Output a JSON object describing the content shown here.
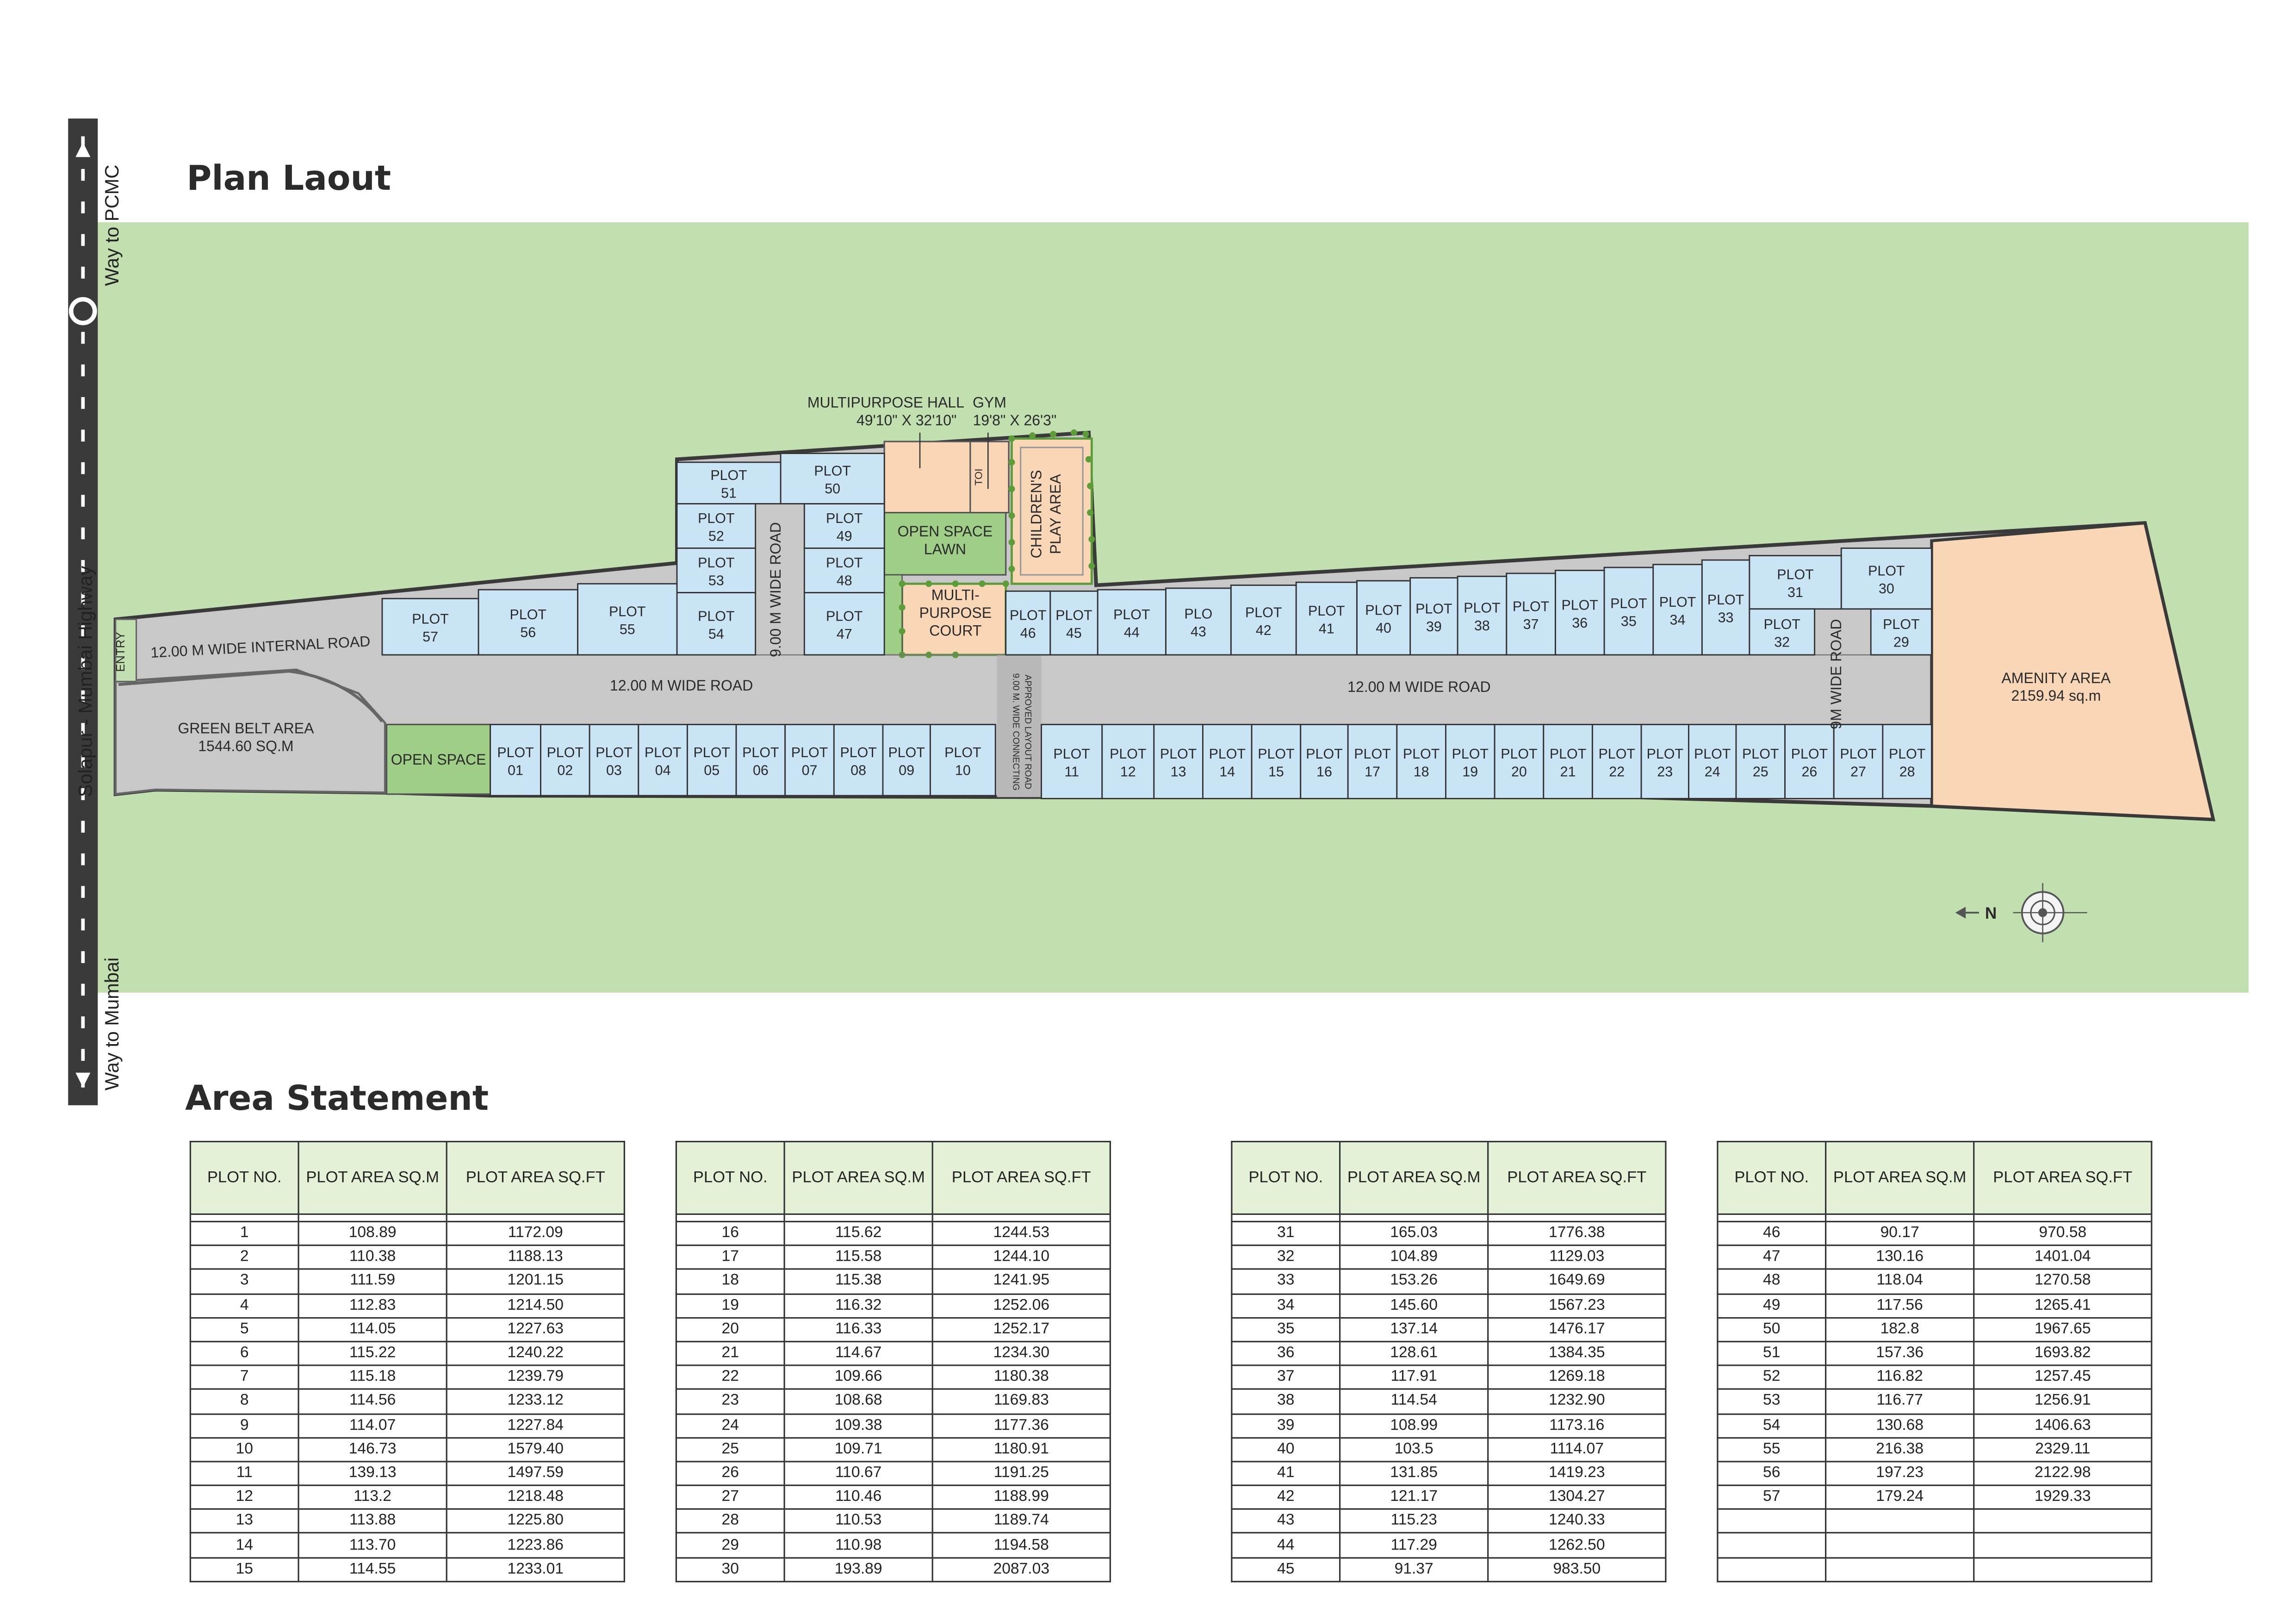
{
  "titles": {
    "plan": "Plan Laout",
    "area": "Area Statement"
  },
  "highway": {
    "name": "Solapur - Mumbai Highway",
    "way_top": "Way to PCMC",
    "way_bottom": "Way to Mumbai"
  },
  "map_labels": {
    "internal_road": "12.00 M WIDE INTERNAL ROAD",
    "entry": "ENTRY",
    "green_belt": "GREEN BELT AREA",
    "green_belt_area": "1544.60 SQ.M",
    "open_space": "OPEN SPACE",
    "road_12_left": "12.00 M WIDE ROAD",
    "road_12_right": "12.00 M WIDE ROAD",
    "road_9": "9.00 M WIDE ROAD",
    "road_9m": "9M WIDE ROAD",
    "connecting_road_1": "9.00 M. WIDE CONNECTING",
    "connecting_road_2": "APPROVED LAYOUT ROAD",
    "multipurpose_hall": "MULTIPURPOSE HALL",
    "multipurpose_hall_size": "49'10\" X 32'10\"",
    "gym": "GYM",
    "gym_size": "19'8\" X 26'3\"",
    "open_space_lawn_1": "OPEN SPACE",
    "open_space_lawn_2": "LAWN",
    "multi_court_1": "MULTI-",
    "multi_court_2": "PURPOSE",
    "multi_court_3": "COURT",
    "children_play_1": "CHILDREN'S",
    "children_play_2": "PLAY AREA",
    "toilet": "TOI",
    "amenity": "AMENITY AREA",
    "amenity_area": "2159.94 sq.m",
    "north": "N"
  },
  "plot_label_word": "PLOT",
  "plot_43_label": "PLO",
  "colors": {
    "background_green": "#c2dfb0",
    "plot_blue": "#c9e4f4",
    "road_grey": "#c8c8c8",
    "amenity_peach": "#f9d7b6",
    "open_space_green": "#9fce86",
    "table_header": "#e4f1d7",
    "highway_dark": "#3a3a3a"
  },
  "table_headers": {
    "plot_no": "PLOT NO.",
    "area_sqm": "PLOT AREA SQ.M",
    "area_sqft": "PLOT AREA SQ.FT"
  },
  "area_tables": [
    [
      [
        "1",
        "108.89",
        "1172.09"
      ],
      [
        "2",
        "110.38",
        "1188.13"
      ],
      [
        "3",
        "111.59",
        "1201.15"
      ],
      [
        "4",
        "112.83",
        "1214.50"
      ],
      [
        "5",
        "114.05",
        "1227.63"
      ],
      [
        "6",
        "115.22",
        "1240.22"
      ],
      [
        "7",
        "115.18",
        "1239.79"
      ],
      [
        "8",
        "114.56",
        "1233.12"
      ],
      [
        "9",
        "114.07",
        "1227.84"
      ],
      [
        "10",
        "146.73",
        "1579.40"
      ],
      [
        "11",
        "139.13",
        "1497.59"
      ],
      [
        "12",
        "113.2",
        "1218.48"
      ],
      [
        "13",
        "113.88",
        "1225.80"
      ],
      [
        "14",
        "113.70",
        "1223.86"
      ],
      [
        "15",
        "114.55",
        "1233.01"
      ]
    ],
    [
      [
        "16",
        "115.62",
        "1244.53"
      ],
      [
        "17",
        "115.58",
        "1244.10"
      ],
      [
        "18",
        "115.38",
        "1241.95"
      ],
      [
        "19",
        "116.32",
        "1252.06"
      ],
      [
        "20",
        "116.33",
        "1252.17"
      ],
      [
        "21",
        "114.67",
        "1234.30"
      ],
      [
        "22",
        "109.66",
        "1180.38"
      ],
      [
        "23",
        "108.68",
        "1169.83"
      ],
      [
        "24",
        "109.38",
        "1177.36"
      ],
      [
        "25",
        "109.71",
        "1180.91"
      ],
      [
        "26",
        "110.67",
        "1191.25"
      ],
      [
        "27",
        "110.46",
        "1188.99"
      ],
      [
        "28",
        "110.53",
        "1189.74"
      ],
      [
        "29",
        "110.98",
        "1194.58"
      ],
      [
        "30",
        "193.89",
        "2087.03"
      ]
    ],
    [
      [
        "31",
        "165.03",
        "1776.38"
      ],
      [
        "32",
        "104.89",
        "1129.03"
      ],
      [
        "33",
        "153.26",
        "1649.69"
      ],
      [
        "34",
        "145.60",
        "1567.23"
      ],
      [
        "35",
        "137.14",
        "1476.17"
      ],
      [
        "36",
        "128.61",
        "1384.35"
      ],
      [
        "37",
        "117.91",
        "1269.18"
      ],
      [
        "38",
        "114.54",
        "1232.90"
      ],
      [
        "39",
        "108.99",
        "1173.16"
      ],
      [
        "40",
        "103.5",
        "1114.07"
      ],
      [
        "41",
        "131.85",
        "1419.23"
      ],
      [
        "42",
        "121.17",
        "1304.27"
      ],
      [
        "43",
        "115.23",
        "1240.33"
      ],
      [
        "44",
        "117.29",
        "1262.50"
      ],
      [
        "45",
        "91.37",
        "983.50"
      ]
    ],
    [
      [
        "46",
        "90.17",
        "970.58"
      ],
      [
        "47",
        "130.16",
        "1401.04"
      ],
      [
        "48",
        "118.04",
        "1270.58"
      ],
      [
        "49",
        "117.56",
        "1265.41"
      ],
      [
        "50",
        "182.8",
        "1967.65"
      ],
      [
        "51",
        "157.36",
        "1693.82"
      ],
      [
        "52",
        "116.82",
        "1257.45"
      ],
      [
        "53",
        "116.77",
        "1256.91"
      ],
      [
        "54",
        "130.68",
        "1406.63"
      ],
      [
        "55",
        "216.38",
        "2329.11"
      ],
      [
        "56",
        "197.23",
        "2122.98"
      ],
      [
        "57",
        "179.24",
        "1929.33"
      ],
      [
        "",
        "",
        ""
      ],
      [
        "",
        "",
        ""
      ],
      [
        "",
        "",
        ""
      ]
    ]
  ]
}
